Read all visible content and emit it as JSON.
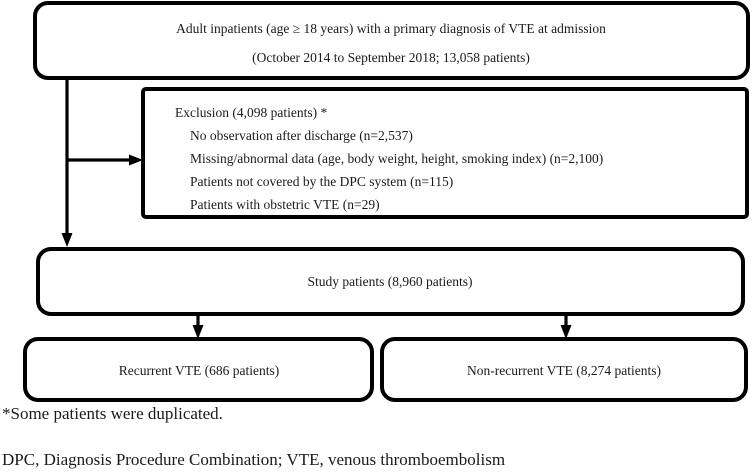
{
  "figure": {
    "type": "flowchart",
    "title": "Patient selection flow diagram",
    "colors": {
      "box_stroke": "#000000",
      "box_fill": "#ffffff",
      "text": "#1a1a1a",
      "connector": "#000000"
    }
  },
  "boxes": {
    "enrollment": {
      "name": "enrollment-box",
      "line1": "Adult inpatients (age ≥ 18 years) with a primary diagnosis of VTE at admission",
      "line2": "(October 2014 to September 2018; 13,058 patients)"
    },
    "exclusion": {
      "name": "exclusion-box",
      "heading": "Exclusion (4,098 patients) *",
      "items": [
        "No observation after discharge (n=2,537)",
        "Missing/abnormal data (age, body weight, height, smoking index) (n=2,100)",
        "Patients not covered by the DPC system (n=115)",
        "Patients with obstetric VTE (n=29)"
      ]
    },
    "study": {
      "name": "study-patients-box",
      "label": "Study patients (8,960 patients)"
    },
    "recurrent": {
      "name": "recurrent-vte-box",
      "label": "Recurrent VTE (686 patients)"
    },
    "non_recurrent": {
      "name": "non-recurrent-vte-box",
      "label": "Non-recurrent VTE (8,274 patients)"
    }
  },
  "footnotes": {
    "duplication_note": "*Some patients were duplicated.",
    "abbreviations": "DPC, Diagnosis Procedure Combination; VTE, venous thromboembolism"
  },
  "counts": {
    "screened_total": "13,058",
    "excluded_total": "4,098",
    "excluded_no_observation": "2,537",
    "excluded_missing_data": "2,100",
    "excluded_not_dpc": "115",
    "excluded_obstetric": "29",
    "study_total": "8,960",
    "recurrent": "686",
    "non_recurrent": "8,274"
  }
}
